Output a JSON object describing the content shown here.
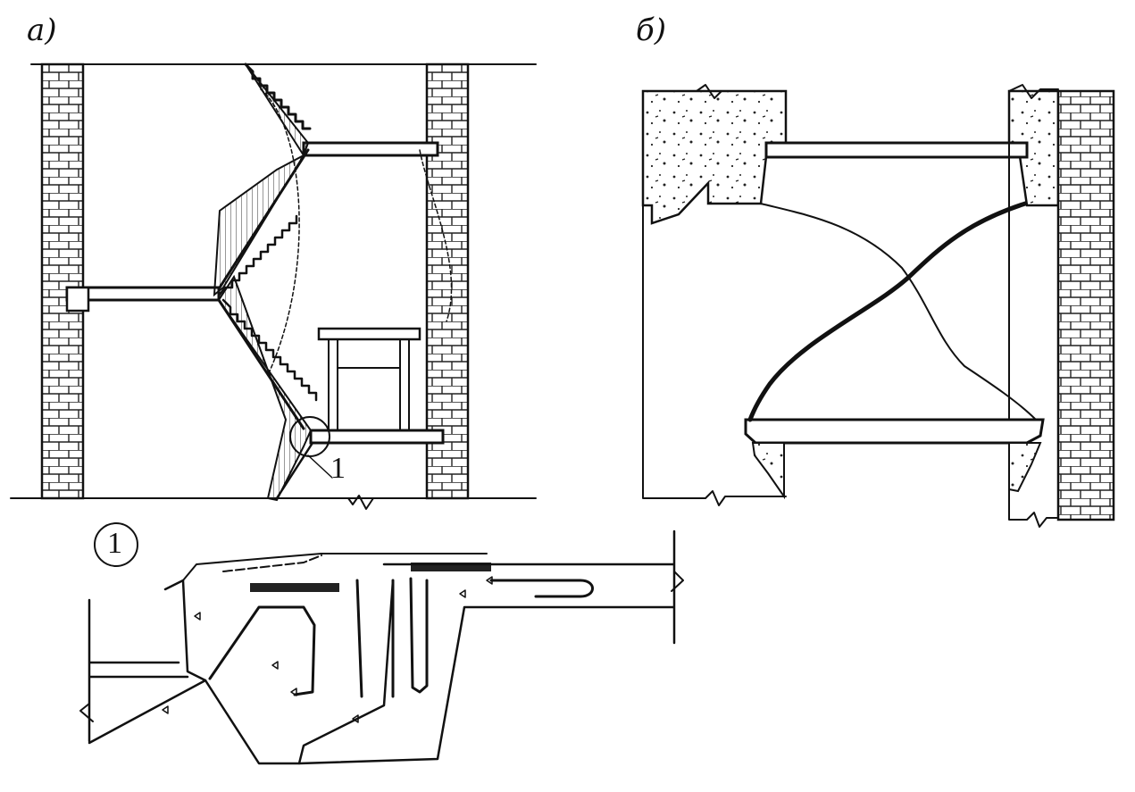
{
  "labels": {
    "panel_a": "а)",
    "panel_b": "б)",
    "marker_1": "1",
    "detail_1": "1"
  },
  "colors": {
    "ink": "#111111",
    "paper": "#ffffff"
  }
}
